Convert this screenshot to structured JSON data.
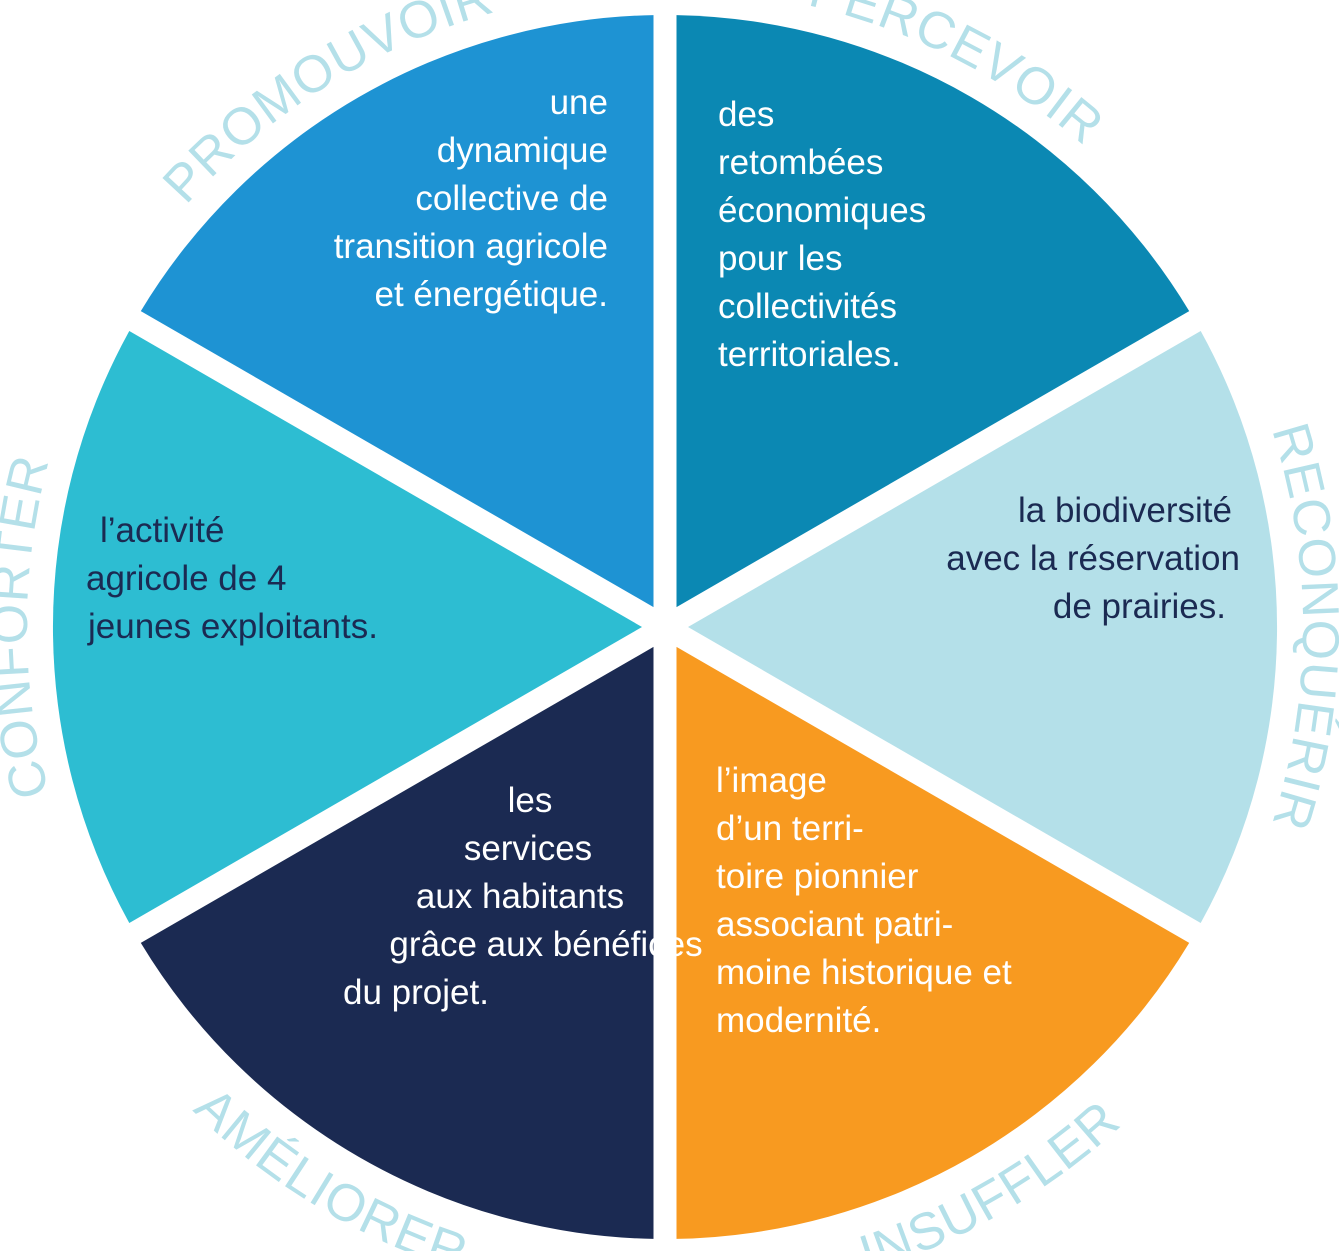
{
  "colors": {
    "ring_label": "#b4e0e9",
    "background": "#ffffff"
  },
  "segments": [
    {
      "key": "percevoir",
      "label": "PERCEVOIR",
      "color": "#0b88b3",
      "text_color": "#ffffff",
      "lines": [
        "des",
        "retombées",
        "économiques",
        "pour les",
        "collectivités",
        "territoriales."
      ]
    },
    {
      "key": "reconquerir",
      "label": "RECONQUÉRIR",
      "color": "#b4e0e9",
      "text_color": "#1b2a52",
      "lines": [
        "la biodiversité",
        "avec la réservation",
        "de prairies."
      ]
    },
    {
      "key": "insuffler",
      "label": "INSUFFLER",
      "color": "#f89a20",
      "text_color": "#ffffff",
      "lines": [
        "l’image",
        "d’un terri-",
        "toire pionnier",
        "associant patri-",
        "moine historique et",
        "modernité."
      ]
    },
    {
      "key": "ameliorer",
      "label": "AMÉLIORER",
      "color": "#1b2a52",
      "text_color": "#ffffff",
      "lines": [
        "les",
        "services",
        "aux habitants",
        "grâce aux bénéfices",
        "du projet."
      ]
    },
    {
      "key": "conforter",
      "label": "CONFORTER",
      "color": "#2dbdd2",
      "text_color": "#1b2a52",
      "lines": [
        "l’activité",
        "agricole de 4",
        "jeunes exploitants."
      ]
    },
    {
      "key": "promouvoir",
      "label": "PROMOUVOIR",
      "color": "#1e93d3",
      "text_color": "#ffffff",
      "lines": [
        "une",
        "dynamique",
        "collective de",
        "transition agricole",
        "et énergétique."
      ]
    }
  ]
}
